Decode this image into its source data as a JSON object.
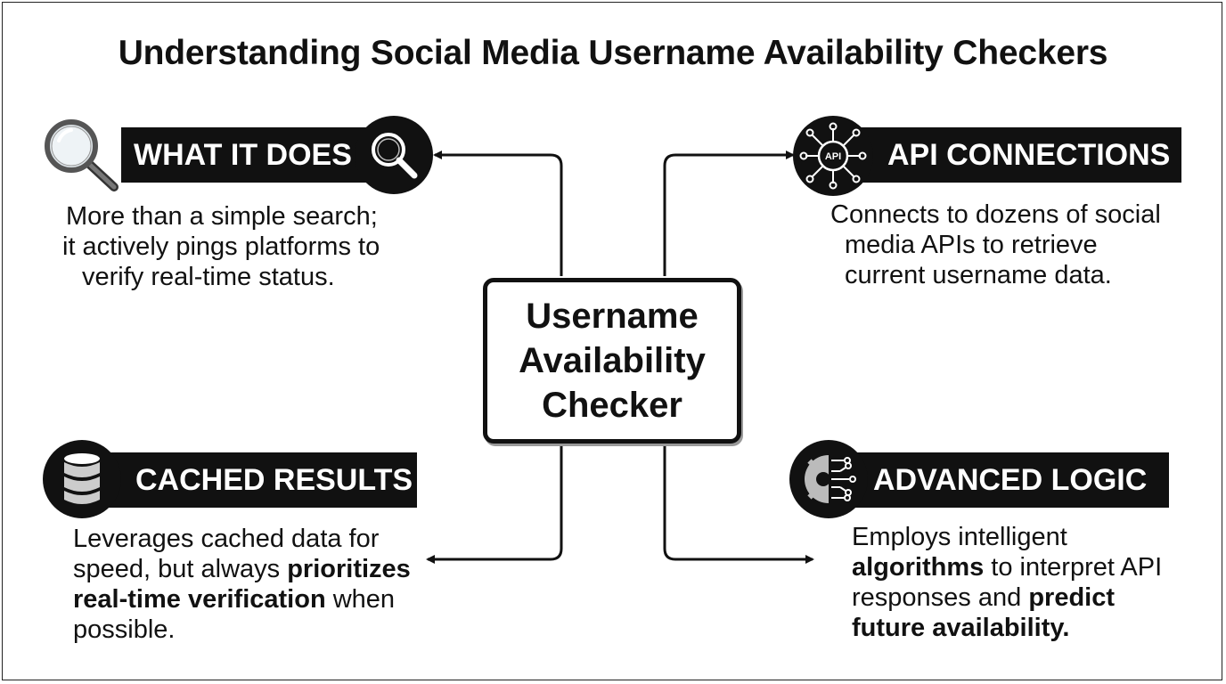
{
  "title": "Understanding Social Media Username Availability Checkers",
  "center": {
    "line1": "Username",
    "line2": "Availability",
    "line3": "Checker"
  },
  "what_it_does": {
    "heading": "WHAT IT DOES",
    "icon": "magnifier-icon",
    "line1": "More than a simple search;",
    "line2": "it actively pings platforms to",
    "line3": "verify real-time status."
  },
  "api_connections": {
    "heading": "API CONNECTIONS",
    "icon": "api-network-icon",
    "icon_label": "API",
    "line1": "Connects to dozens of social",
    "line2": "media APIs to retrieve",
    "line3": "current username data."
  },
  "cached_results": {
    "heading": "CACHED RESULTS",
    "icon": "database-icon",
    "line1": "Leverages cached data for",
    "line2_a": "speed, but always ",
    "line2_b": "prioritizes",
    "line3_a": "real-time verification",
    "line3_b": " when",
    "line4": "possible."
  },
  "advanced_logic": {
    "heading": "ADVANCED LOGIC",
    "icon": "gear-circuit-brain-icon",
    "line1": "Employs intelligent",
    "line2_a": "algorithms",
    "line2_b": " to interpret API",
    "line3_a": "responses and ",
    "line3_b": "predict",
    "line4": "future availability."
  }
}
